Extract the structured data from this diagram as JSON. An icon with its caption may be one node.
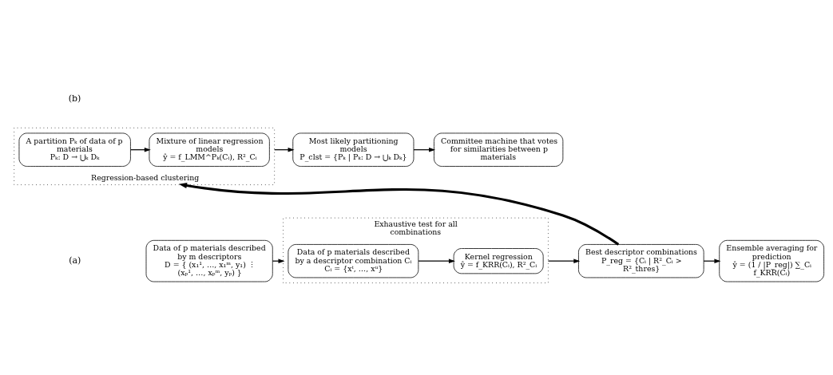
{
  "diagram": {
    "nodes": [
      {
        "text": [
          "Exhaustive test for all combinations"
        ]
      },
      {
        "text": [
          "Data of p materials described by m descriptors",
          "D = { (x₁¹, …, x₁ᵐ, y₁) ⋮ (xₚ¹, …, xₚᵐ, yₚ) }"
        ]
      },
      {
        "text": [
          "Data of p materials described by a descriptor combination Cᵢ",
          "Cᵢ = {xᵗ, …, xᵘ}"
        ],
        "in": 0
      },
      {
        "text": [
          "Kernel regression",
          "ŷ = f_KRR(Cᵢ), R²_Cᵢ"
        ],
        "in": 0
      },
      {
        "text": [
          "Best descriptor combinations",
          "P_reg = {Cᵢ | R²_Cᵢ > R²_thres}"
        ]
      },
      {
        "text": [
          "Ensemble averaging for prediction",
          "ŷ = (1 / |P_reg|) ∑_Cᵢ f_KRR(Cᵢ)"
        ]
      },
      {
        "text": [
          "Regression-based clustering"
        ]
      },
      {
        "text": [
          "A partition Pₖ of data of p materials",
          "Pₖ: D → ⋃ₖ Dₖ"
        ],
        "in": 6
      },
      {
        "text": [
          "Mixture of linear regression models",
          "ŷ = f_LMM^Pₖ(Cᵢ), R²_Cᵢ"
        ],
        "in": 6
      },
      {
        "text": [
          "Most likely partitioning models",
          "P_clst = {Pₖ | Pₖ: D → ⋃ₖ Dₖ}"
        ]
      },
      {
        "text": [
          "Committee machine that votes for similarities between p materials"
        ]
      }
    ],
    "edges": [
      {
        "from": 1,
        "to": 0,
        "arrow": "to"
      },
      {
        "from": 2,
        "to": 3,
        "arrow": "to"
      },
      {
        "from": 0,
        "to": 4,
        "arrow": "to"
      },
      {
        "from": 4,
        "to": 5,
        "arrow": "to"
      },
      {
        "from": 4,
        "to": 6,
        "arrow": "to",
        "style": "thick"
      },
      {
        "from": 7,
        "to": 8,
        "arrow": "to"
      },
      {
        "from": 6,
        "to": 9,
        "arrow": "to"
      },
      {
        "from": 9,
        "to": 10,
        "arrow": "to"
      }
    ],
    "labels": [
      "(a)",
      "(b)"
    ]
  }
}
